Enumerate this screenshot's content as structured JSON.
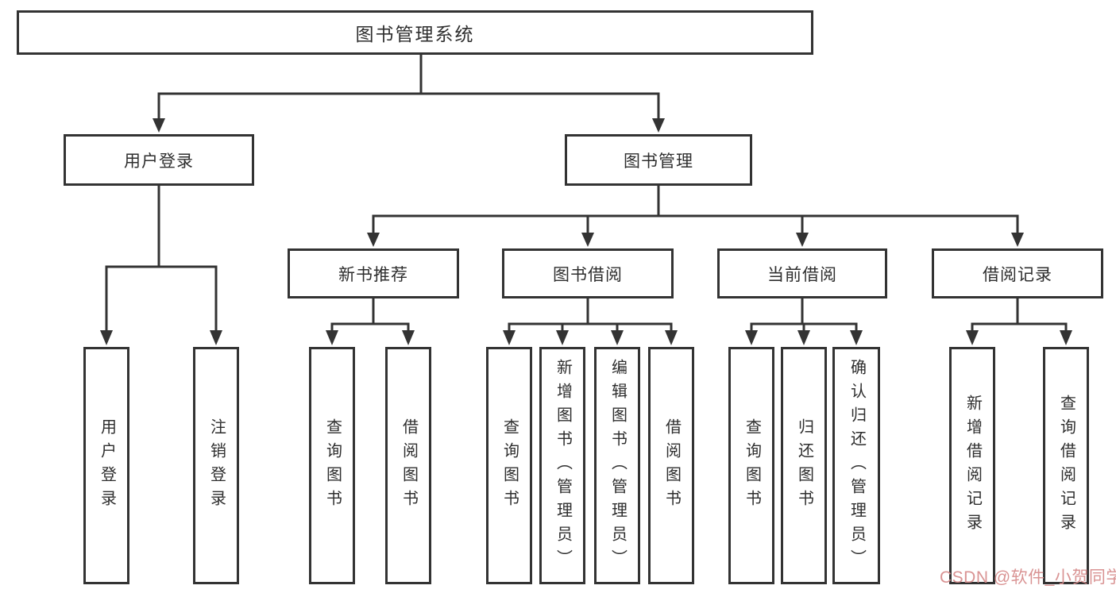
{
  "diagram_type": "hierarchy-tree",
  "colors": {
    "line": "#333333",
    "box_background": "#ffffff",
    "text": "#2e2e2e",
    "watermark": "#d78d8d"
  },
  "hierarchy": {
    "label": "图书管理系统",
    "children": [
      {
        "label": "用户登录",
        "children": [
          {
            "label": "用户登录"
          },
          {
            "label": "注销登录"
          }
        ]
      },
      {
        "label": "图书管理",
        "children": [
          {
            "label": "新书推荐",
            "children": [
              {
                "label": "查询图书"
              },
              {
                "label": "借阅图书"
              }
            ]
          },
          {
            "label": "图书借阅",
            "children": [
              {
                "label": "查询图书"
              },
              {
                "label": "新增图书（管理员）"
              },
              {
                "label": "编辑图书（管理员）"
              },
              {
                "label": "借阅图书"
              }
            ]
          },
          {
            "label": "当前借阅",
            "children": [
              {
                "label": "查询图书"
              },
              {
                "label": "归还图书"
              },
              {
                "label": "确认归还（管理员）"
              }
            ]
          },
          {
            "label": "借阅记录",
            "children": [
              {
                "label": "新增借阅记录"
              },
              {
                "label": "查询借阅记录"
              }
            ]
          }
        ]
      }
    ]
  },
  "watermark": {
    "text": "CSDN @软件_小贺同学"
  }
}
